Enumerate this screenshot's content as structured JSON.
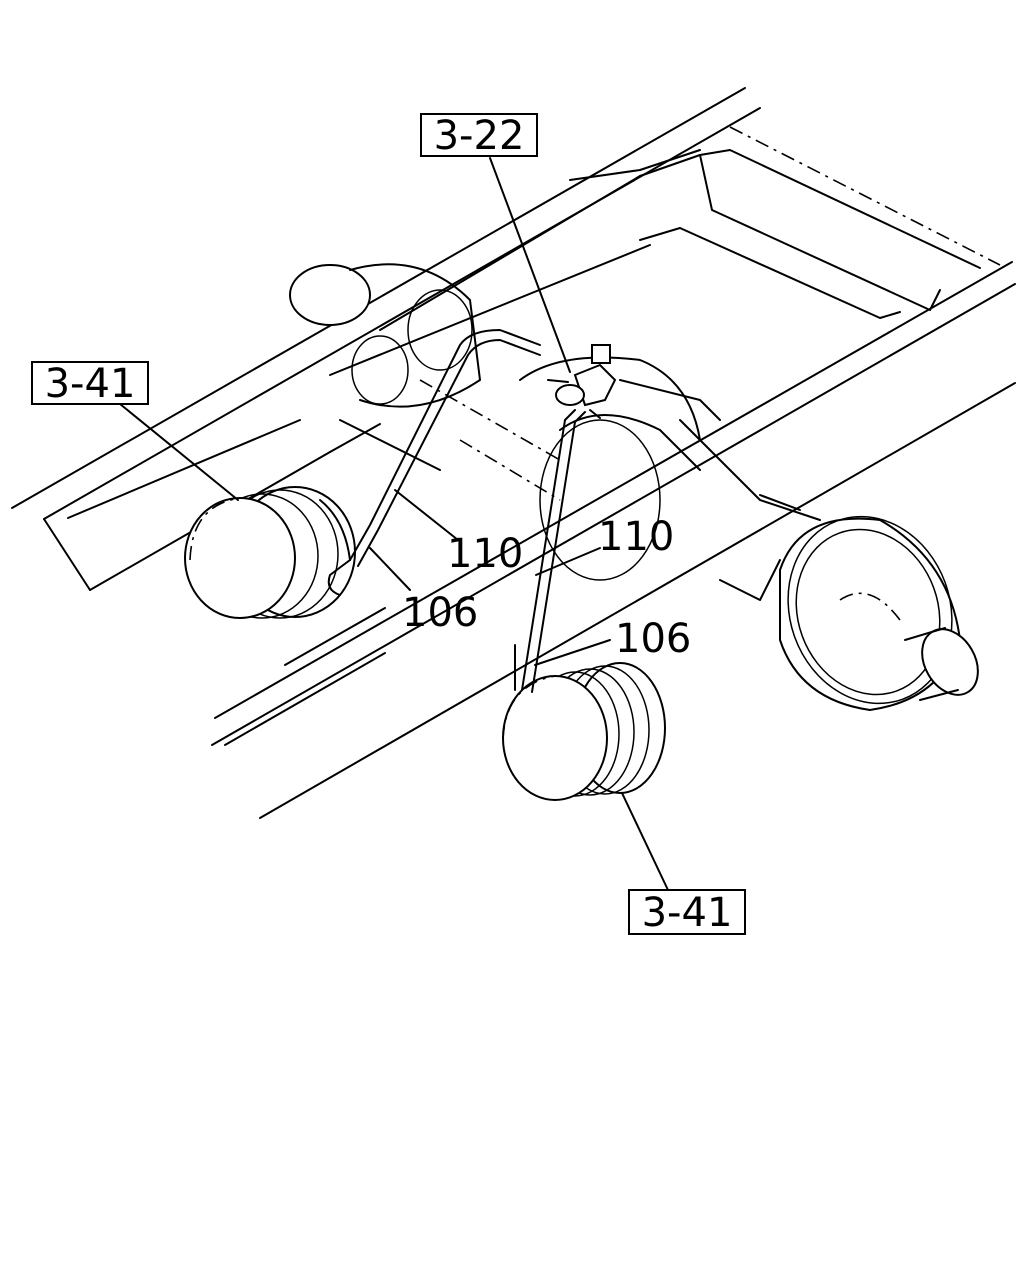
{
  "callouts": {
    "ref_3_22": "3-22",
    "ref_3_41_left": "3-41",
    "ref_3_41_bottom": "3-41"
  },
  "part_numbers": {
    "hose_110_left": "110",
    "hose_110_right": "110",
    "hose_106_left": "106",
    "hose_106_right": "106"
  }
}
